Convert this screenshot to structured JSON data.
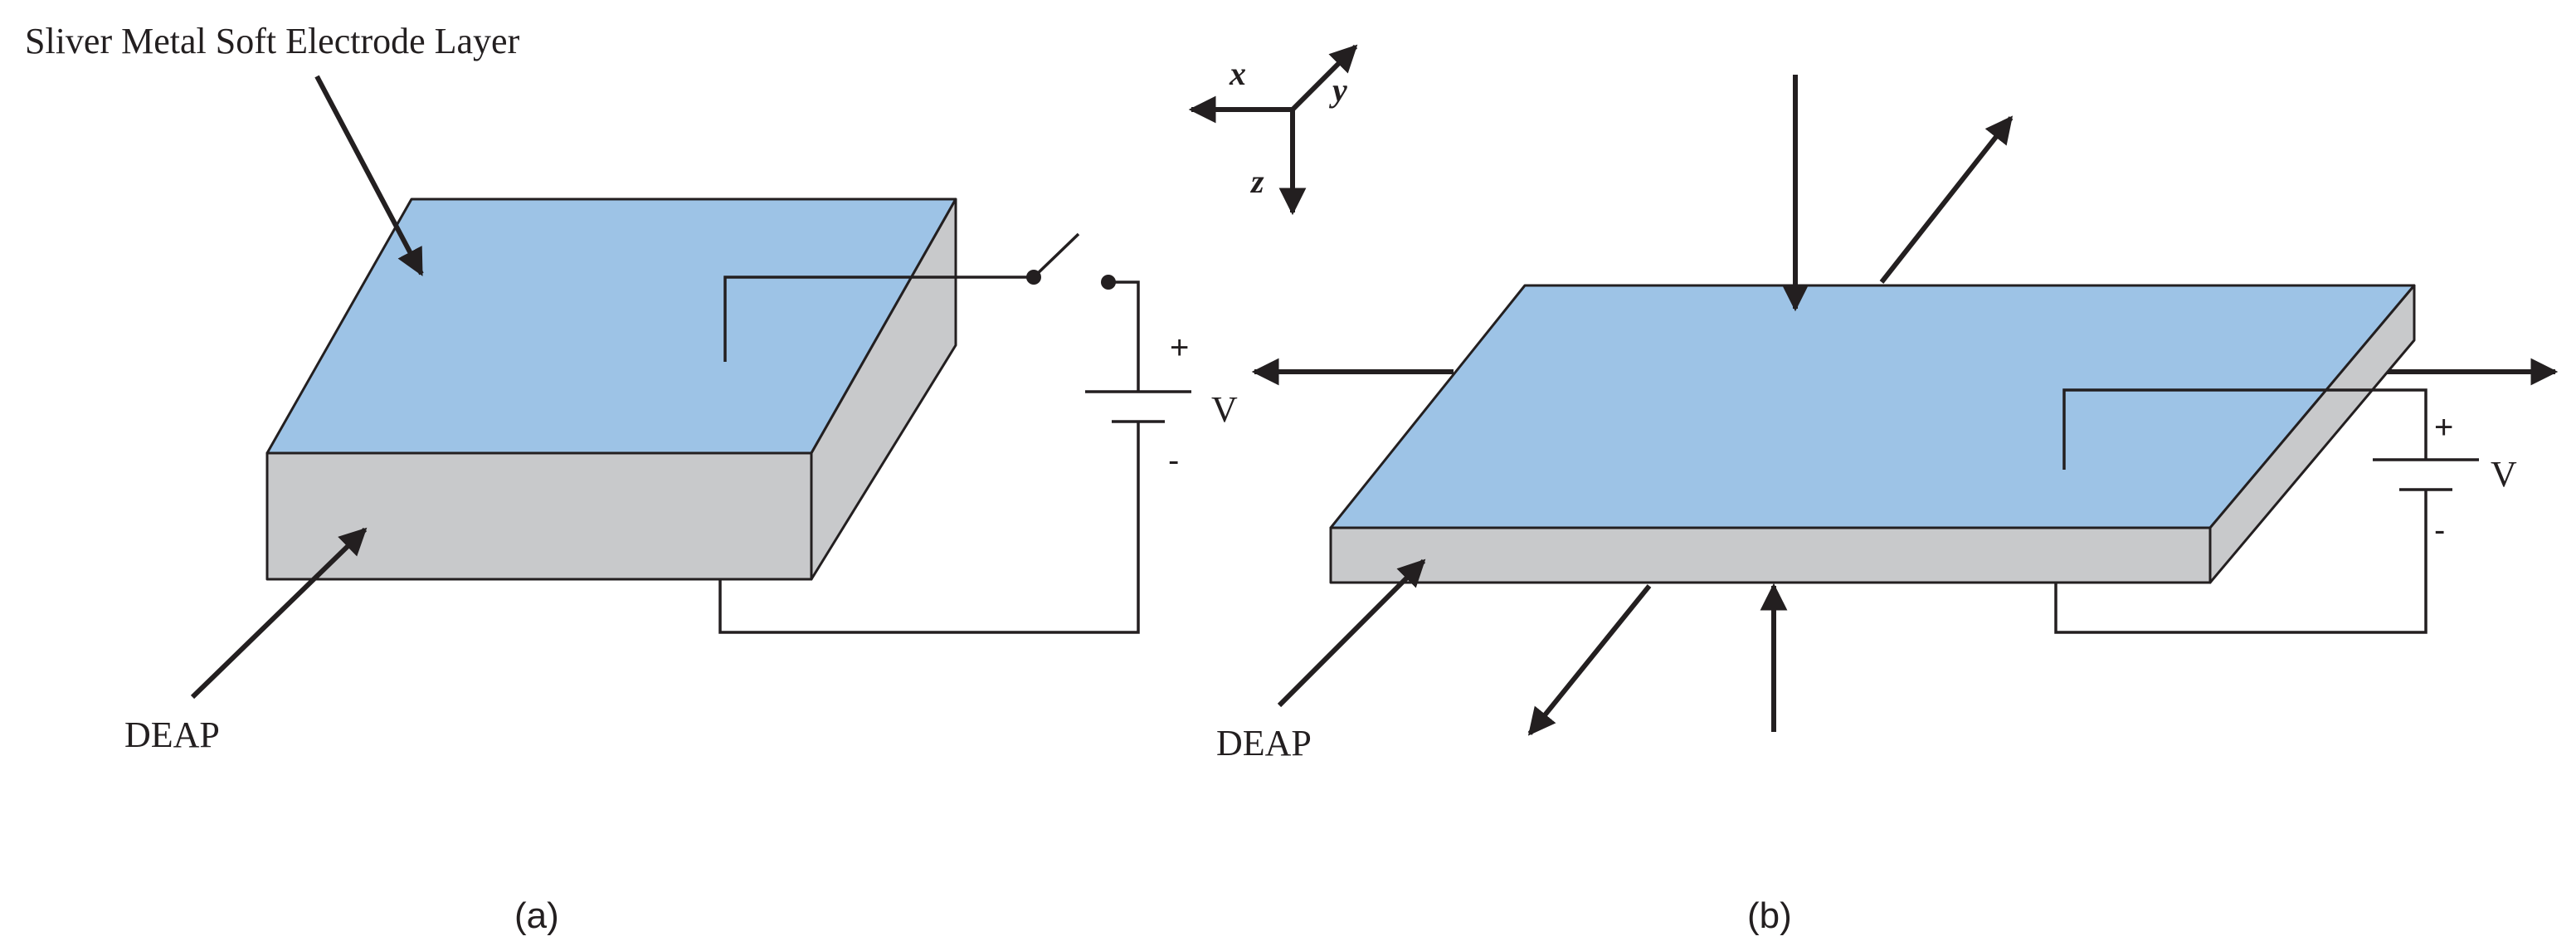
{
  "colors": {
    "electrode": "#9dc3e6",
    "side": "#c8c9cb",
    "ink": "#231f20"
  },
  "panel_a": {
    "top_label": "Sliver Metal Soft Electrode Layer",
    "bottom_label": "DEAP",
    "plus": "+",
    "minus": "-",
    "voltage": "V",
    "caption": "(a)"
  },
  "axes": {
    "x": "x",
    "y": "y",
    "z": "z"
  },
  "panel_b": {
    "bottom_label": "DEAP",
    "plus": "+",
    "minus": "-",
    "voltage": "V",
    "caption": "(b)"
  }
}
